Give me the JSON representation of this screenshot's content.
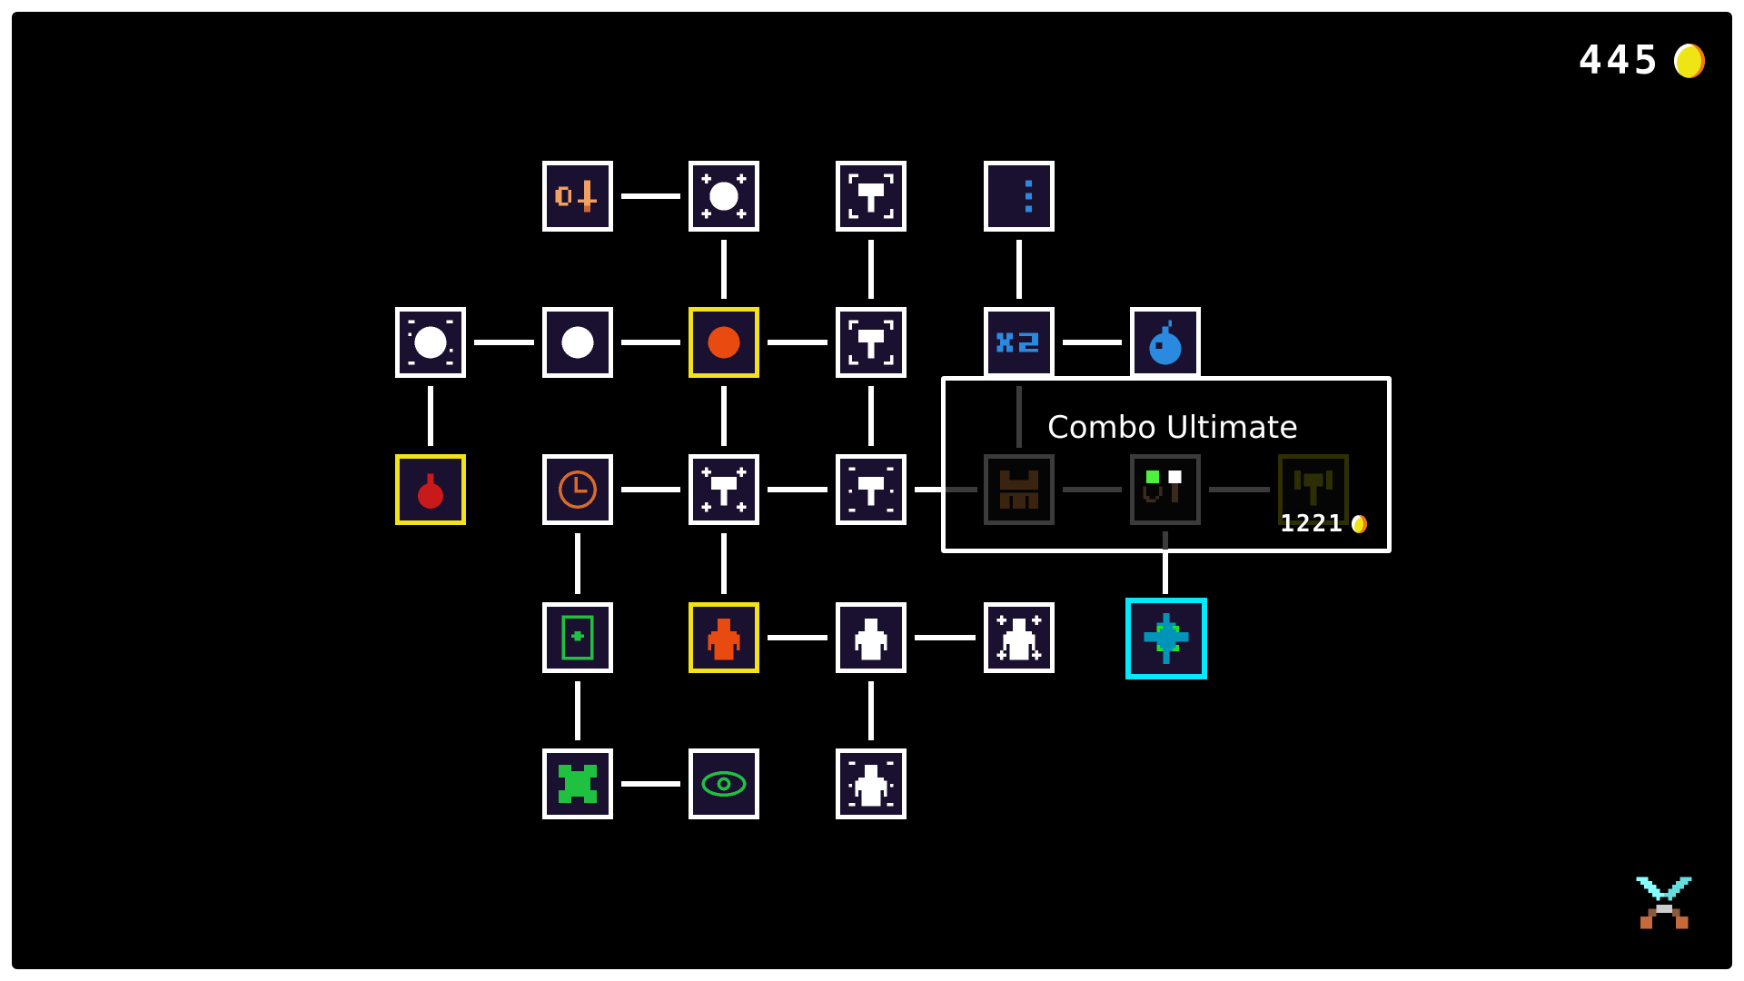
{
  "hud": {
    "currency": "445",
    "currency_icon": "coin-icon",
    "menu_icon": "crossed-swords-icon"
  },
  "tooltip": {
    "title": "Combo Ultimate",
    "price": "1221",
    "price_icon": "coin-icon"
  },
  "colors": {
    "owned_border": "#f2e21a",
    "selected_border": "#00eaff",
    "node_bg": "#1a1030",
    "locked_border": "#3b3b3b"
  },
  "nodes": [
    {
      "icon": "percent-sword-icon",
      "state": "available"
    },
    {
      "icon": "sparkle-orb-icon",
      "state": "available"
    },
    {
      "icon": "hammer-corners-icon",
      "state": "available"
    },
    {
      "icon": "ammo-bar-icon",
      "state": "available"
    },
    {
      "icon": "dotted-orb-icon",
      "state": "available"
    },
    {
      "icon": "orb-icon",
      "state": "available"
    },
    {
      "icon": "orange-orb-icon",
      "state": "owned"
    },
    {
      "icon": "hammer-corners-icon",
      "state": "available"
    },
    {
      "icon": "x2-icon",
      "state": "available"
    },
    {
      "icon": "bomb-icon",
      "state": "available"
    },
    {
      "icon": "red-potion-icon",
      "state": "owned"
    },
    {
      "icon": "clock-icon",
      "state": "available"
    },
    {
      "icon": "sparkle-hammer-icon",
      "state": "available"
    },
    {
      "icon": "dotted-hammer-icon",
      "state": "available"
    },
    {
      "icon": "chest-icon",
      "state": "locked"
    },
    {
      "icon": "combo-icon",
      "state": "locked"
    },
    {
      "icon": "olive-hammer-icon",
      "state": "locked"
    },
    {
      "icon": "health-card-icon",
      "state": "available"
    },
    {
      "icon": "orange-person-icon",
      "state": "owned"
    },
    {
      "icon": "person-icon",
      "state": "available"
    },
    {
      "icon": "sparkle-person-icon",
      "state": "available"
    },
    {
      "icon": "cyan-star-icon",
      "state": "selected"
    },
    {
      "icon": "clover-icon",
      "state": "available"
    },
    {
      "icon": "eye-icon",
      "state": "available"
    },
    {
      "icon": "dotted-person-icon",
      "state": "available"
    }
  ]
}
